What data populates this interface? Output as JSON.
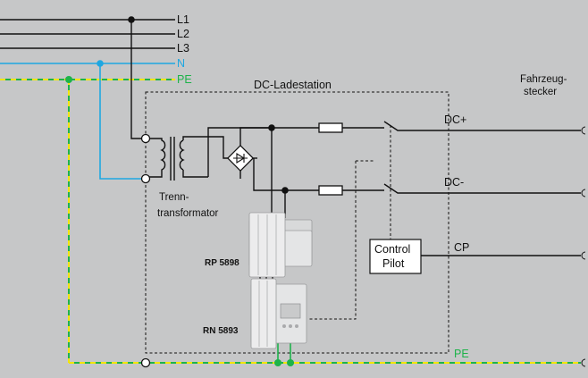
{
  "colors": {
    "background": "#c6c7c8",
    "wire": "#111111",
    "neutral": "#1ea7e1",
    "pe_green": "#1db34a",
    "pe_yellow": "#f2e500",
    "device_body": "#e4e5e6",
    "device_shade": "#b9babc"
  },
  "lines": {
    "l1": "L1",
    "l2": "L2",
    "l3": "L3",
    "n": "N",
    "pe": "PE"
  },
  "labels": {
    "station": "DC-Ladestation",
    "vehicle_plug_line1": "Fahrzeug-",
    "vehicle_plug_line2": "stecker",
    "transformer_line1": "Trenn-",
    "transformer_line2": "transformator",
    "dc_plus": "DC+",
    "dc_minus": "DC-",
    "cp": "CP",
    "pe_bottom": "PE",
    "control_pilot_line1": "Control",
    "control_pilot_line2": "Pilot",
    "device_rp": "RP 5898",
    "device_rn": "RN 5893"
  }
}
